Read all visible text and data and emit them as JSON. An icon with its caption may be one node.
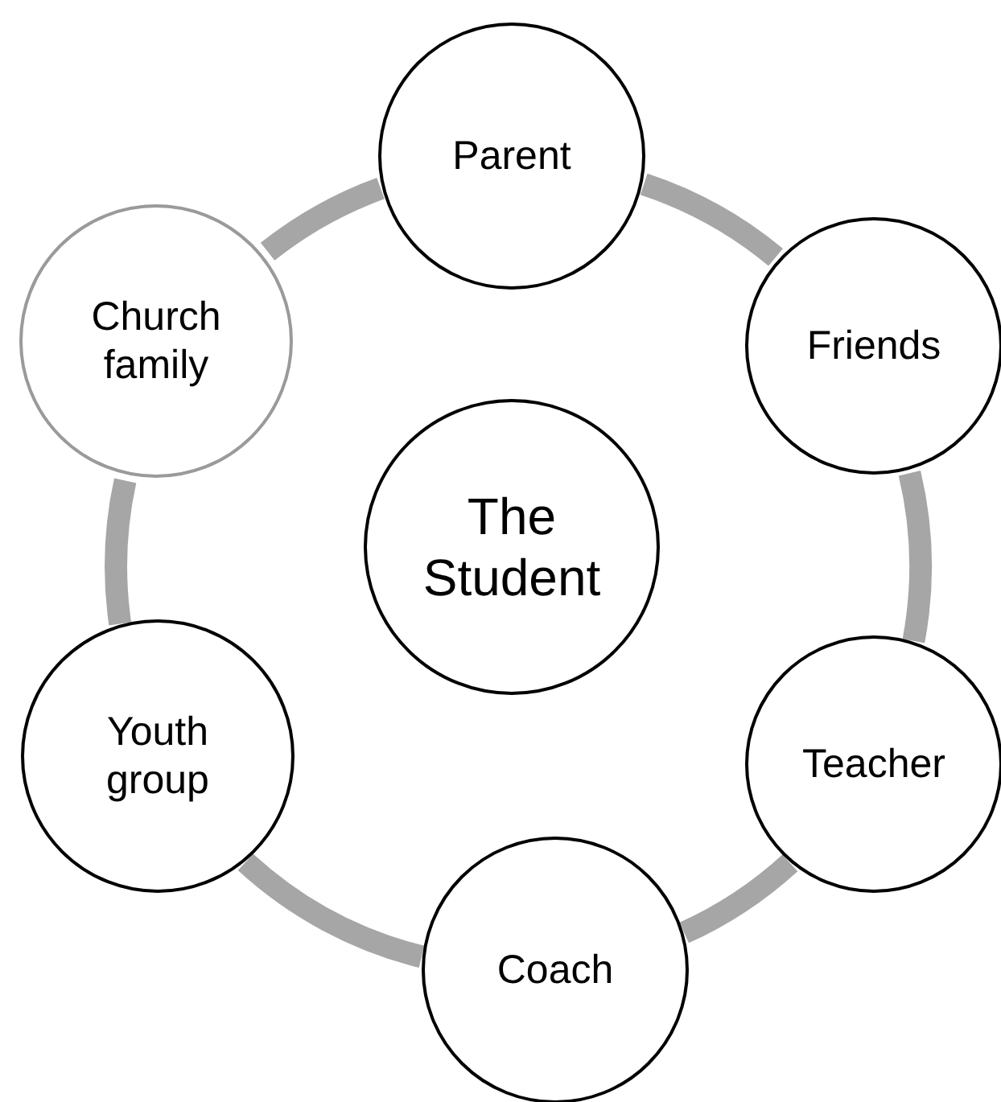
{
  "diagram": {
    "nodes": [
      {
        "text": [
          "Parent"
        ]
      },
      {
        "text": [
          "Church family"
        ]
      },
      {
        "text": [
          "Friends"
        ]
      },
      {
        "text": [
          "The Student"
        ]
      },
      {
        "text": [
          "Youth group"
        ]
      },
      {
        "text": [
          "Teacher"
        ]
      },
      {
        "text": [
          "Coach"
        ]
      }
    ],
    "edges": [
      {
        "from": 0,
        "to": 2,
        "arrow": "none"
      },
      {
        "from": 2,
        "to": 5,
        "arrow": "none"
      },
      {
        "from": 5,
        "to": 6,
        "arrow": "none"
      },
      {
        "from": 6,
        "to": 4,
        "arrow": "none"
      },
      {
        "from": 4,
        "to": 1,
        "arrow": "none"
      },
      {
        "from": 1,
        "to": 0,
        "arrow": "none"
      }
    ]
  }
}
